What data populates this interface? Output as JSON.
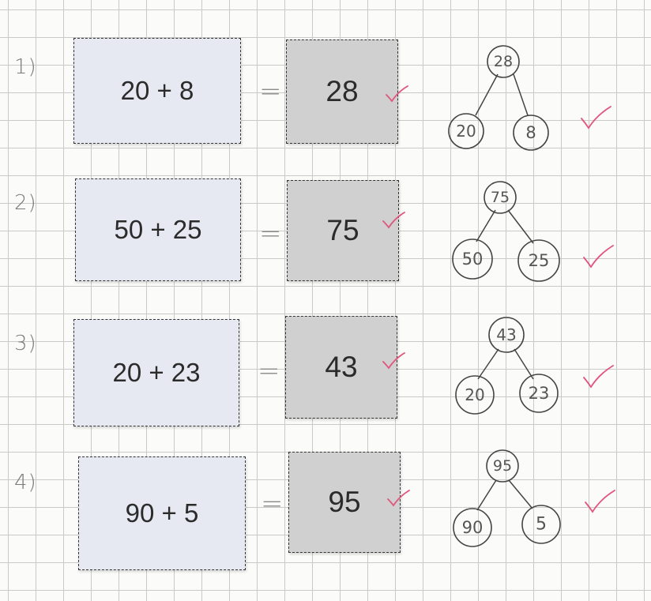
{
  "questions": [
    {
      "number": "1)",
      "sum": "20 + 8",
      "equals": "=",
      "answer": "28",
      "tree": {
        "whole": "28",
        "left": "20",
        "right": "8"
      }
    },
    {
      "number": "2)",
      "sum": "50 + 25",
      "equals": "=",
      "answer": "75",
      "tree": {
        "whole": "75",
        "left": "50",
        "right": "25"
      }
    },
    {
      "number": "3)",
      "sum": "20 + 23",
      "equals": "=",
      "answer": "43",
      "tree": {
        "whole": "43",
        "left": "20",
        "right": "23"
      }
    },
    {
      "number": "4)",
      "sum": "90 + 5",
      "equals": "=",
      "answer": "95",
      "tree": {
        "whole": "95",
        "left": "90",
        "right": "5"
      }
    }
  ],
  "colors": {
    "grid": "#c9c9c6",
    "sum_card": "#e6e9f2",
    "answer_card": "#cfd0cf",
    "tick": "#e0567d",
    "pencil": "#444444"
  },
  "icons": {
    "mark": "check-mark-icon"
  }
}
